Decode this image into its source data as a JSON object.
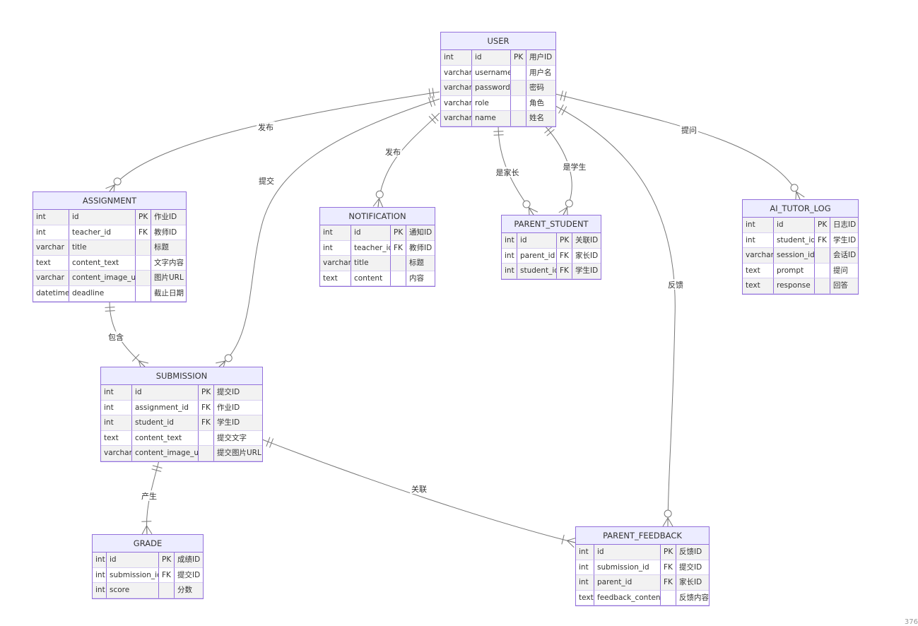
{
  "entities": [
    {
      "id": "USER",
      "name": "USER",
      "attrs": [
        [
          "int",
          "id",
          "PK",
          "用户ID"
        ],
        [
          "varchar",
          "username",
          "",
          "用户名"
        ],
        [
          "varchar",
          "password",
          "",
          "密码"
        ],
        [
          "varchar",
          "role",
          "",
          "角色"
        ],
        [
          "varchar",
          "name",
          "",
          "姓名"
        ]
      ]
    },
    {
      "id": "ASSIGNMENT",
      "name": "ASSIGNMENT",
      "attrs": [
        [
          "int",
          "id",
          "PK",
          "作业ID"
        ],
        [
          "int",
          "teacher_id",
          "FK",
          "教师ID"
        ],
        [
          "varchar",
          "title",
          "",
          "标题"
        ],
        [
          "text",
          "content_text",
          "",
          "文字内容"
        ],
        [
          "varchar",
          "content_image_url",
          "",
          "图片URL"
        ],
        [
          "datetime",
          "deadline",
          "",
          "截止日期"
        ]
      ]
    },
    {
      "id": "NOTIFICATION",
      "name": "NOTIFICATION",
      "attrs": [
        [
          "int",
          "id",
          "PK",
          "通知ID"
        ],
        [
          "int",
          "teacher_id",
          "FK",
          "教师ID"
        ],
        [
          "varchar",
          "title",
          "",
          "标题"
        ],
        [
          "text",
          "content",
          "",
          "内容"
        ]
      ]
    },
    {
      "id": "PARENT_STUDENT",
      "name": "PARENT_STUDENT",
      "attrs": [
        [
          "int",
          "id",
          "PK",
          "关联ID"
        ],
        [
          "int",
          "parent_id",
          "FK",
          "家长ID"
        ],
        [
          "int",
          "student_id",
          "FK",
          "学生ID"
        ]
      ]
    },
    {
      "id": "AI_TUTOR_LOG",
      "name": "AI_TUTOR_LOG",
      "attrs": [
        [
          "int",
          "id",
          "PK",
          "日志ID"
        ],
        [
          "int",
          "student_id",
          "FK",
          "学生ID"
        ],
        [
          "varchar",
          "session_id",
          "",
          "会话ID"
        ],
        [
          "text",
          "prompt",
          "",
          "提问"
        ],
        [
          "text",
          "response",
          "",
          "回答"
        ]
      ]
    },
    {
      "id": "SUBMISSION",
      "name": "SUBMISSION",
      "attrs": [
        [
          "int",
          "id",
          "PK",
          "提交ID"
        ],
        [
          "int",
          "assignment_id",
          "FK",
          "作业ID"
        ],
        [
          "int",
          "student_id",
          "FK",
          "学生ID"
        ],
        [
          "text",
          "content_text",
          "",
          "提交文字"
        ],
        [
          "varchar",
          "content_image_url",
          "",
          "提交图片URL"
        ]
      ]
    },
    {
      "id": "GRADE",
      "name": "GRADE",
      "attrs": [
        [
          "int",
          "id",
          "PK",
          "成绩ID"
        ],
        [
          "int",
          "submission_id",
          "FK",
          "提交ID"
        ],
        [
          "int",
          "score",
          "",
          "分数"
        ]
      ]
    },
    {
      "id": "PARENT_FEEDBACK",
      "name": "PARENT_FEEDBACK",
      "attrs": [
        [
          "int",
          "id",
          "PK",
          "反馈ID"
        ],
        [
          "int",
          "submission_id",
          "FK",
          "提交ID"
        ],
        [
          "int",
          "parent_id",
          "FK",
          "家长ID"
        ],
        [
          "text",
          "feedback_content",
          "",
          "反馈内容"
        ]
      ]
    }
  ],
  "relationships": [
    {
      "id": "user-assignment",
      "from": "USER",
      "to": "ASSIGNMENT",
      "label": "发布",
      "from_card": "one",
      "to_card": "zero-many"
    },
    {
      "id": "user-submission",
      "from": "USER",
      "to": "SUBMISSION",
      "label": "提交",
      "from_card": "one",
      "to_card": "zero-many"
    },
    {
      "id": "user-notification",
      "from": "USER",
      "to": "NOTIFICATION",
      "label": "发布",
      "from_card": "one",
      "to_card": "zero-many"
    },
    {
      "id": "user-parent-student-parent",
      "from": "USER",
      "to": "PARENT_STUDENT",
      "label": "是家长",
      "from_card": "one",
      "to_card": "zero-many"
    },
    {
      "id": "user-parent-student-student",
      "from": "USER",
      "to": "PARENT_STUDENT",
      "label": "是学生",
      "from_card": "one",
      "to_card": "zero-many"
    },
    {
      "id": "user-parent-feedback",
      "from": "USER",
      "to": "PARENT_FEEDBACK",
      "label": "反馈",
      "from_card": "one",
      "to_card": "zero-many"
    },
    {
      "id": "user-ai-tutor-log",
      "from": "USER",
      "to": "AI_TUTOR_LOG",
      "label": "提问",
      "from_card": "one",
      "to_card": "zero-many"
    },
    {
      "id": "assignment-submission",
      "from": "ASSIGNMENT",
      "to": "SUBMISSION",
      "label": "包含",
      "from_card": "one",
      "to_card": "one-many"
    },
    {
      "id": "submission-grade",
      "from": "SUBMISSION",
      "to": "GRADE",
      "label": "产生",
      "from_card": "one",
      "to_card": "one-many"
    },
    {
      "id": "submission-parent-feedback",
      "from": "SUBMISSION",
      "to": "PARENT_FEEDBACK",
      "label": "关联",
      "from_card": "one",
      "to_card": "one-many"
    }
  ],
  "colors": {
    "entity_border": "#9370DB",
    "entity_header": "#ECECFF",
    "edge": "#777777",
    "text": "#333333"
  },
  "page_number": "376"
}
